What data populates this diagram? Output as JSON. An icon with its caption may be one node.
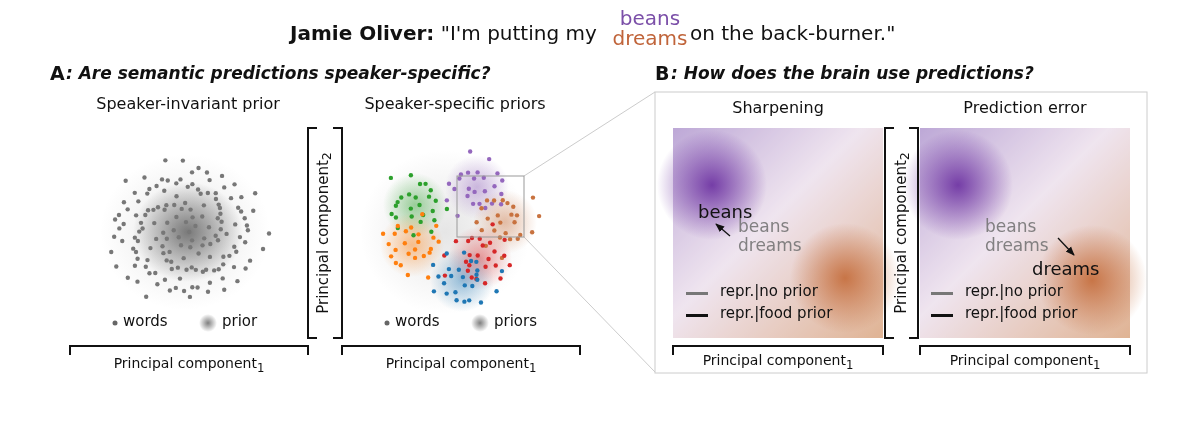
{
  "diagram": {
    "title": "**Jamie Oliver:** \"I'm putting my",
    "labels": [
      "beans",
      "dreams",
      "on the back-burner.\"",
      "A",
      ": Are semantic predictions speaker-specific?",
      "B",
      ": How does the brain use predictions?",
      "Speaker-invariant prior",
      "Speaker-specific priors",
      "Sharpening",
      "Prediction error",
      "Principal component$_{2}$",
      "beans",
      "beans",
      "dreams",
      "Principal component$_{2}$",
      "beans",
      "dreams",
      "dreams",
      "Principal component$_{1}$",
      "Principal component$_{1}$",
      "Principal component$_{1}$",
      "Principal component$_{1}$"
    ],
    "legend": [
      {
        "text": "words"
      },
      {
        "text": "prior"
      },
      {
        "text": "words"
      },
      {
        "text": "priors"
      },
      {
        "text": "repr.|no prior"
      },
      {
        "text": "repr.|food prior"
      },
      {
        "text": "repr.|no prior"
      },
      {
        "text": "repr.|food prior"
      }
    ]
  }
}
